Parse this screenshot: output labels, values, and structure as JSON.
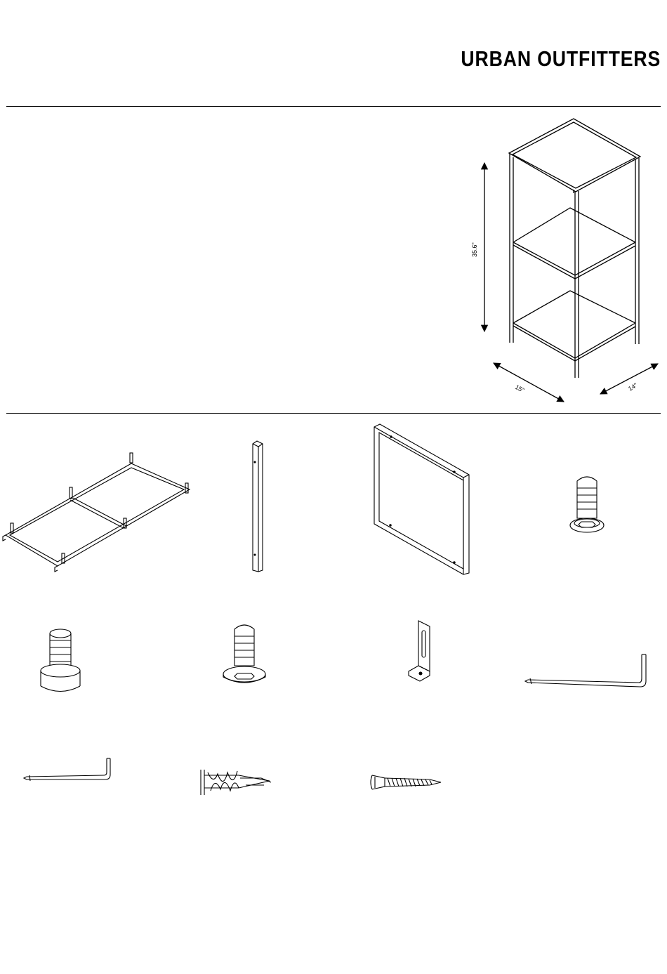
{
  "header": {
    "brand": "URBAN OUTFITTERS"
  },
  "dimensions": {
    "height": "35.6\"",
    "width": "15\"",
    "depth": "14\""
  },
  "parts": [
    {
      "name": "base-frame"
    },
    {
      "name": "upright-post"
    },
    {
      "name": "shelf-frame"
    },
    {
      "name": "hex-bolt-long"
    },
    {
      "name": "hex-bolt-collar"
    },
    {
      "name": "hex-bolt-flanged"
    },
    {
      "name": "l-bracket"
    },
    {
      "name": "allen-key-large"
    },
    {
      "name": "allen-key-small"
    },
    {
      "name": "wall-anchor"
    },
    {
      "name": "wood-screw"
    }
  ]
}
